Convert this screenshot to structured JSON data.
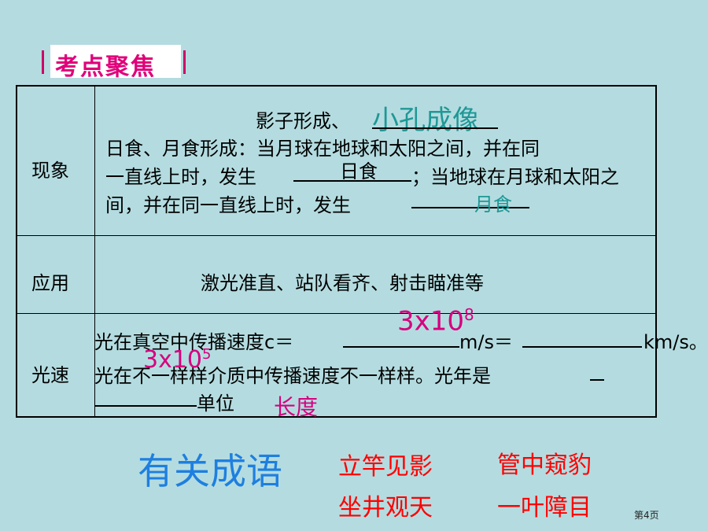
{
  "heading": "考点聚焦",
  "table": {
    "rows": [
      {
        "label": "现象",
        "line1": "影子形成、",
        "line1_answer": "小孔成像",
        "line2": "日食、月食形成：当月球在地球和太阳之间，并在同",
        "line3a": "一直线上时，发生",
        "answer_solar": "日食",
        "line3b": "；当地球在月球和太阳之",
        "line4": "间，并在同一直线上时，发生",
        "answer_lunar": "月食"
      },
      {
        "label": "应用",
        "text": "激光准直、站队看齐、射击瞄准等"
      },
      {
        "label": "光速",
        "line1a": "光在真空中传播速度c＝",
        "line1b": "m/s＝",
        "line1c": "km/s。",
        "line2": "光在不一样样介质中传播速度不一样样。光年是",
        "line3": "单位",
        "answer_ms_base": "3x10",
        "answer_ms_exp": "8",
        "answer_kms_base": "3x10",
        "answer_kms_exp": "5",
        "answer_unit": "长度"
      }
    ]
  },
  "idioms": {
    "title": "有关成语",
    "items": [
      "立竿见影",
      "管中窥豹",
      "坐井观天",
      "一叶障目"
    ]
  },
  "page_number": "第4页",
  "colors": {
    "background": "#b4dce0",
    "heading": "#e0007a",
    "answer_teal": "#1f9896",
    "answer_magenta": "#d6007e",
    "idiom_title": "#1e7fe0",
    "idiom_items": "#ff0000"
  }
}
